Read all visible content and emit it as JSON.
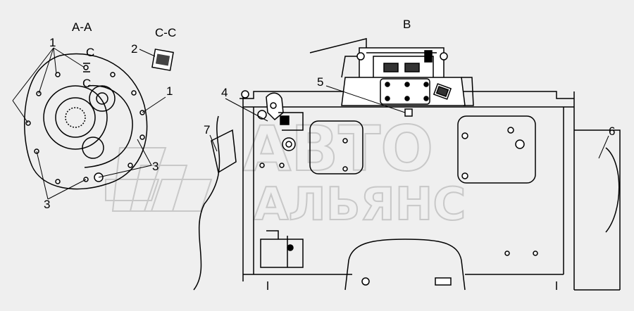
{
  "section_titles": {
    "a_a": "A-A",
    "c_c": "C-C",
    "b": "B"
  },
  "callouts": {
    "n1_top": "1",
    "n1_right": "1",
    "n2": "2",
    "n3_left": "3",
    "n3_right": "3",
    "n4": "4",
    "n5": "5",
    "n6": "6",
    "n7": "7",
    "c_upper": "C",
    "c_lower": "C"
  },
  "watermark": {
    "line1": "АВТО",
    "line2": "АЛЬЯНС"
  },
  "colors": {
    "background": "#efefef",
    "line": "#000000",
    "watermark": "#c8c8c8"
  }
}
